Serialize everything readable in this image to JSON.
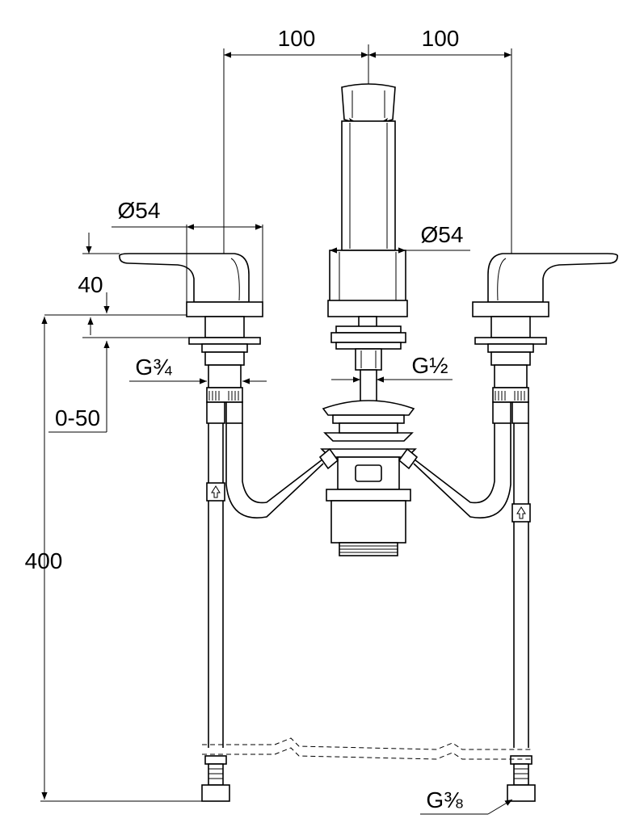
{
  "dimensions": {
    "spacing_left": "100",
    "spacing_right": "100",
    "handle_diameter": "Ø54",
    "spout_diameter": "Ø54",
    "handle_height": "40",
    "thickness_range": "0-50",
    "total_height": "400",
    "thread_handle": "G¾",
    "thread_drain": "G½",
    "thread_supply": "G⅜"
  }
}
